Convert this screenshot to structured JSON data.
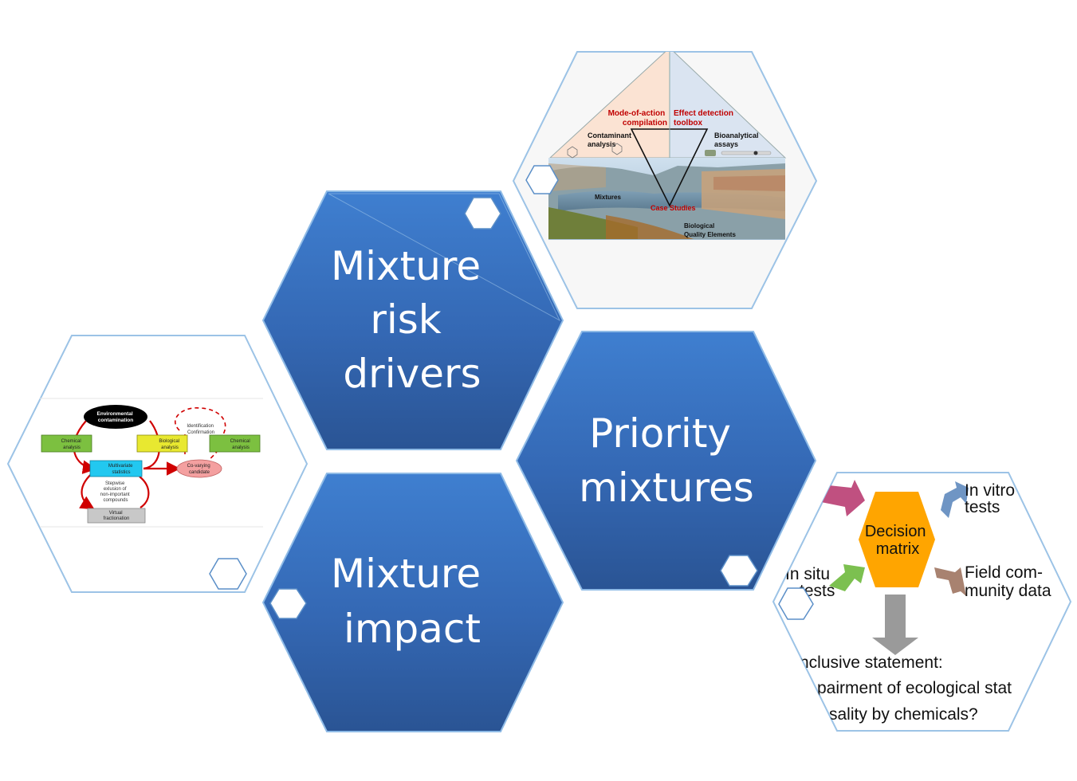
{
  "hexagons": {
    "risk_drivers": [
      "Mixture",
      "risk",
      "drivers"
    ],
    "priority_mixtures": [
      "Priority",
      "mixtures"
    ],
    "mixture_impact": [
      "Mixture",
      "impact"
    ]
  },
  "top_image": {
    "mode_of_action": [
      "Mode-of-action",
      "compilation"
    ],
    "effect_detection": [
      "Effect detection",
      "toolbox"
    ],
    "contaminant_analysis": [
      "Contaminant",
      "analysis"
    ],
    "bioanalytical_assays": [
      "Bioanalytical",
      "assays"
    ],
    "mixtures": "Mixtures",
    "case_studies": "Case Studies",
    "biological_quality": [
      "Biological",
      "Quality Elements"
    ]
  },
  "left_image": {
    "environmental_contamination": [
      "Environmental",
      "contamination"
    ],
    "identification_confirmation": [
      "Identification",
      "Confirmation"
    ],
    "chemical_analysis_left": [
      "Chemical",
      "analysis"
    ],
    "biological_analysis": [
      "Biological",
      "analysis"
    ],
    "chemical_analysis_right": [
      "Chemical",
      "analysis"
    ],
    "multivariate_statistics": [
      "Multivariate",
      "statistics"
    ],
    "co_varying_candidate": [
      "Co-varying",
      "candidate"
    ],
    "stepwise_exclusion": [
      "Stepwise",
      "exlusion of",
      "non-important",
      "compounds"
    ],
    "virtual_fractionation": [
      "Virtual",
      "fractionation"
    ]
  },
  "right_image": {
    "decision_matrix": [
      "Decision",
      "matrix"
    ],
    "in_vitro_tests": [
      "In vitro",
      "tests"
    ],
    "in_situ_tests": [
      "In situ",
      "tests"
    ],
    "field_community_data": [
      "Field com-",
      "munity data"
    ],
    "conclusive_statement": [
      "nclusive statement:",
      "pairment of ecological stat",
      "sality by chemicals?"
    ]
  },
  "colors": {
    "hex_blue_top": "#3c78c8",
    "hex_blue_bottom": "#2a5596",
    "frame_blue": "#9cc3e6",
    "decision_orange": "#ffa500"
  }
}
